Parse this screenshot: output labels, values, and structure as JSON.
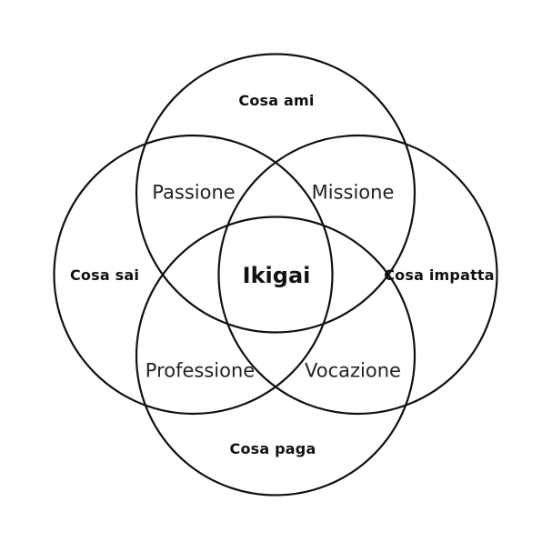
{
  "diagram": {
    "type": "venn-4-circle-ikigai",
    "center_label": "Ikigai",
    "outer_labels": {
      "top": "Cosa ami",
      "left": "Cosa sai",
      "right": "Cosa impatta",
      "bottom": "Cosa paga"
    },
    "intersection_labels": {
      "top_left": "Passione",
      "top_right": "Missione",
      "bottom_left": "Professione",
      "bottom_right": "Vocazione"
    }
  },
  "colors": {
    "background": "#ffffff",
    "circle_stroke": "#111111",
    "outer_label_text": "#111111",
    "intersection_label_text": "#222222",
    "center_label_text": "#111111"
  }
}
